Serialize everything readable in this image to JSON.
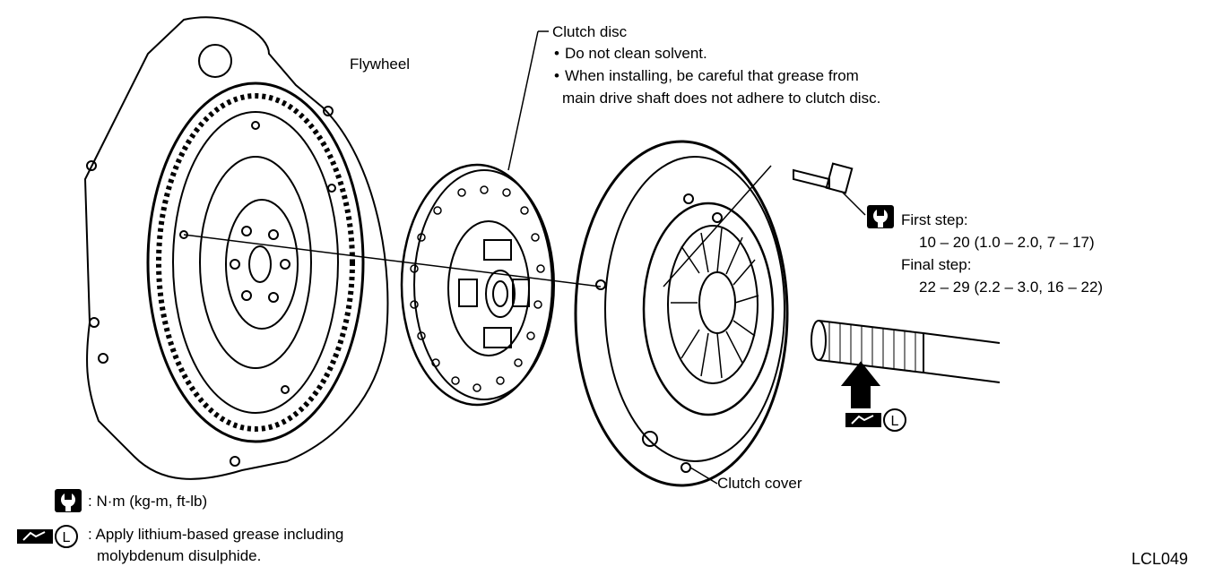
{
  "labels": {
    "flywheel": "Flywheel",
    "clutch_disc": "Clutch disc",
    "clutch_disc_note1": "Do not clean solvent.",
    "clutch_disc_note2": "When installing, be careful that grease from",
    "clutch_disc_note3": "main drive shaft does not adhere to clutch disc.",
    "first_step": "First step:",
    "first_step_value": "10 – 20 (1.0 – 2.0, 7 – 17)",
    "final_step": "Final step:",
    "final_step_value": "22 – 29 (2.2 – 3.0, 16 – 22)",
    "clutch_cover": "Clutch cover",
    "legend_torque": ": N·m (kg-m, ft-lb)",
    "legend_grease_1": ": Apply lithium-based grease including",
    "legend_grease_2": "molybdenum disulphide.",
    "figure_code": "LCL049"
  },
  "icons": [
    "torque-wrench-icon",
    "grease-application-icon"
  ]
}
